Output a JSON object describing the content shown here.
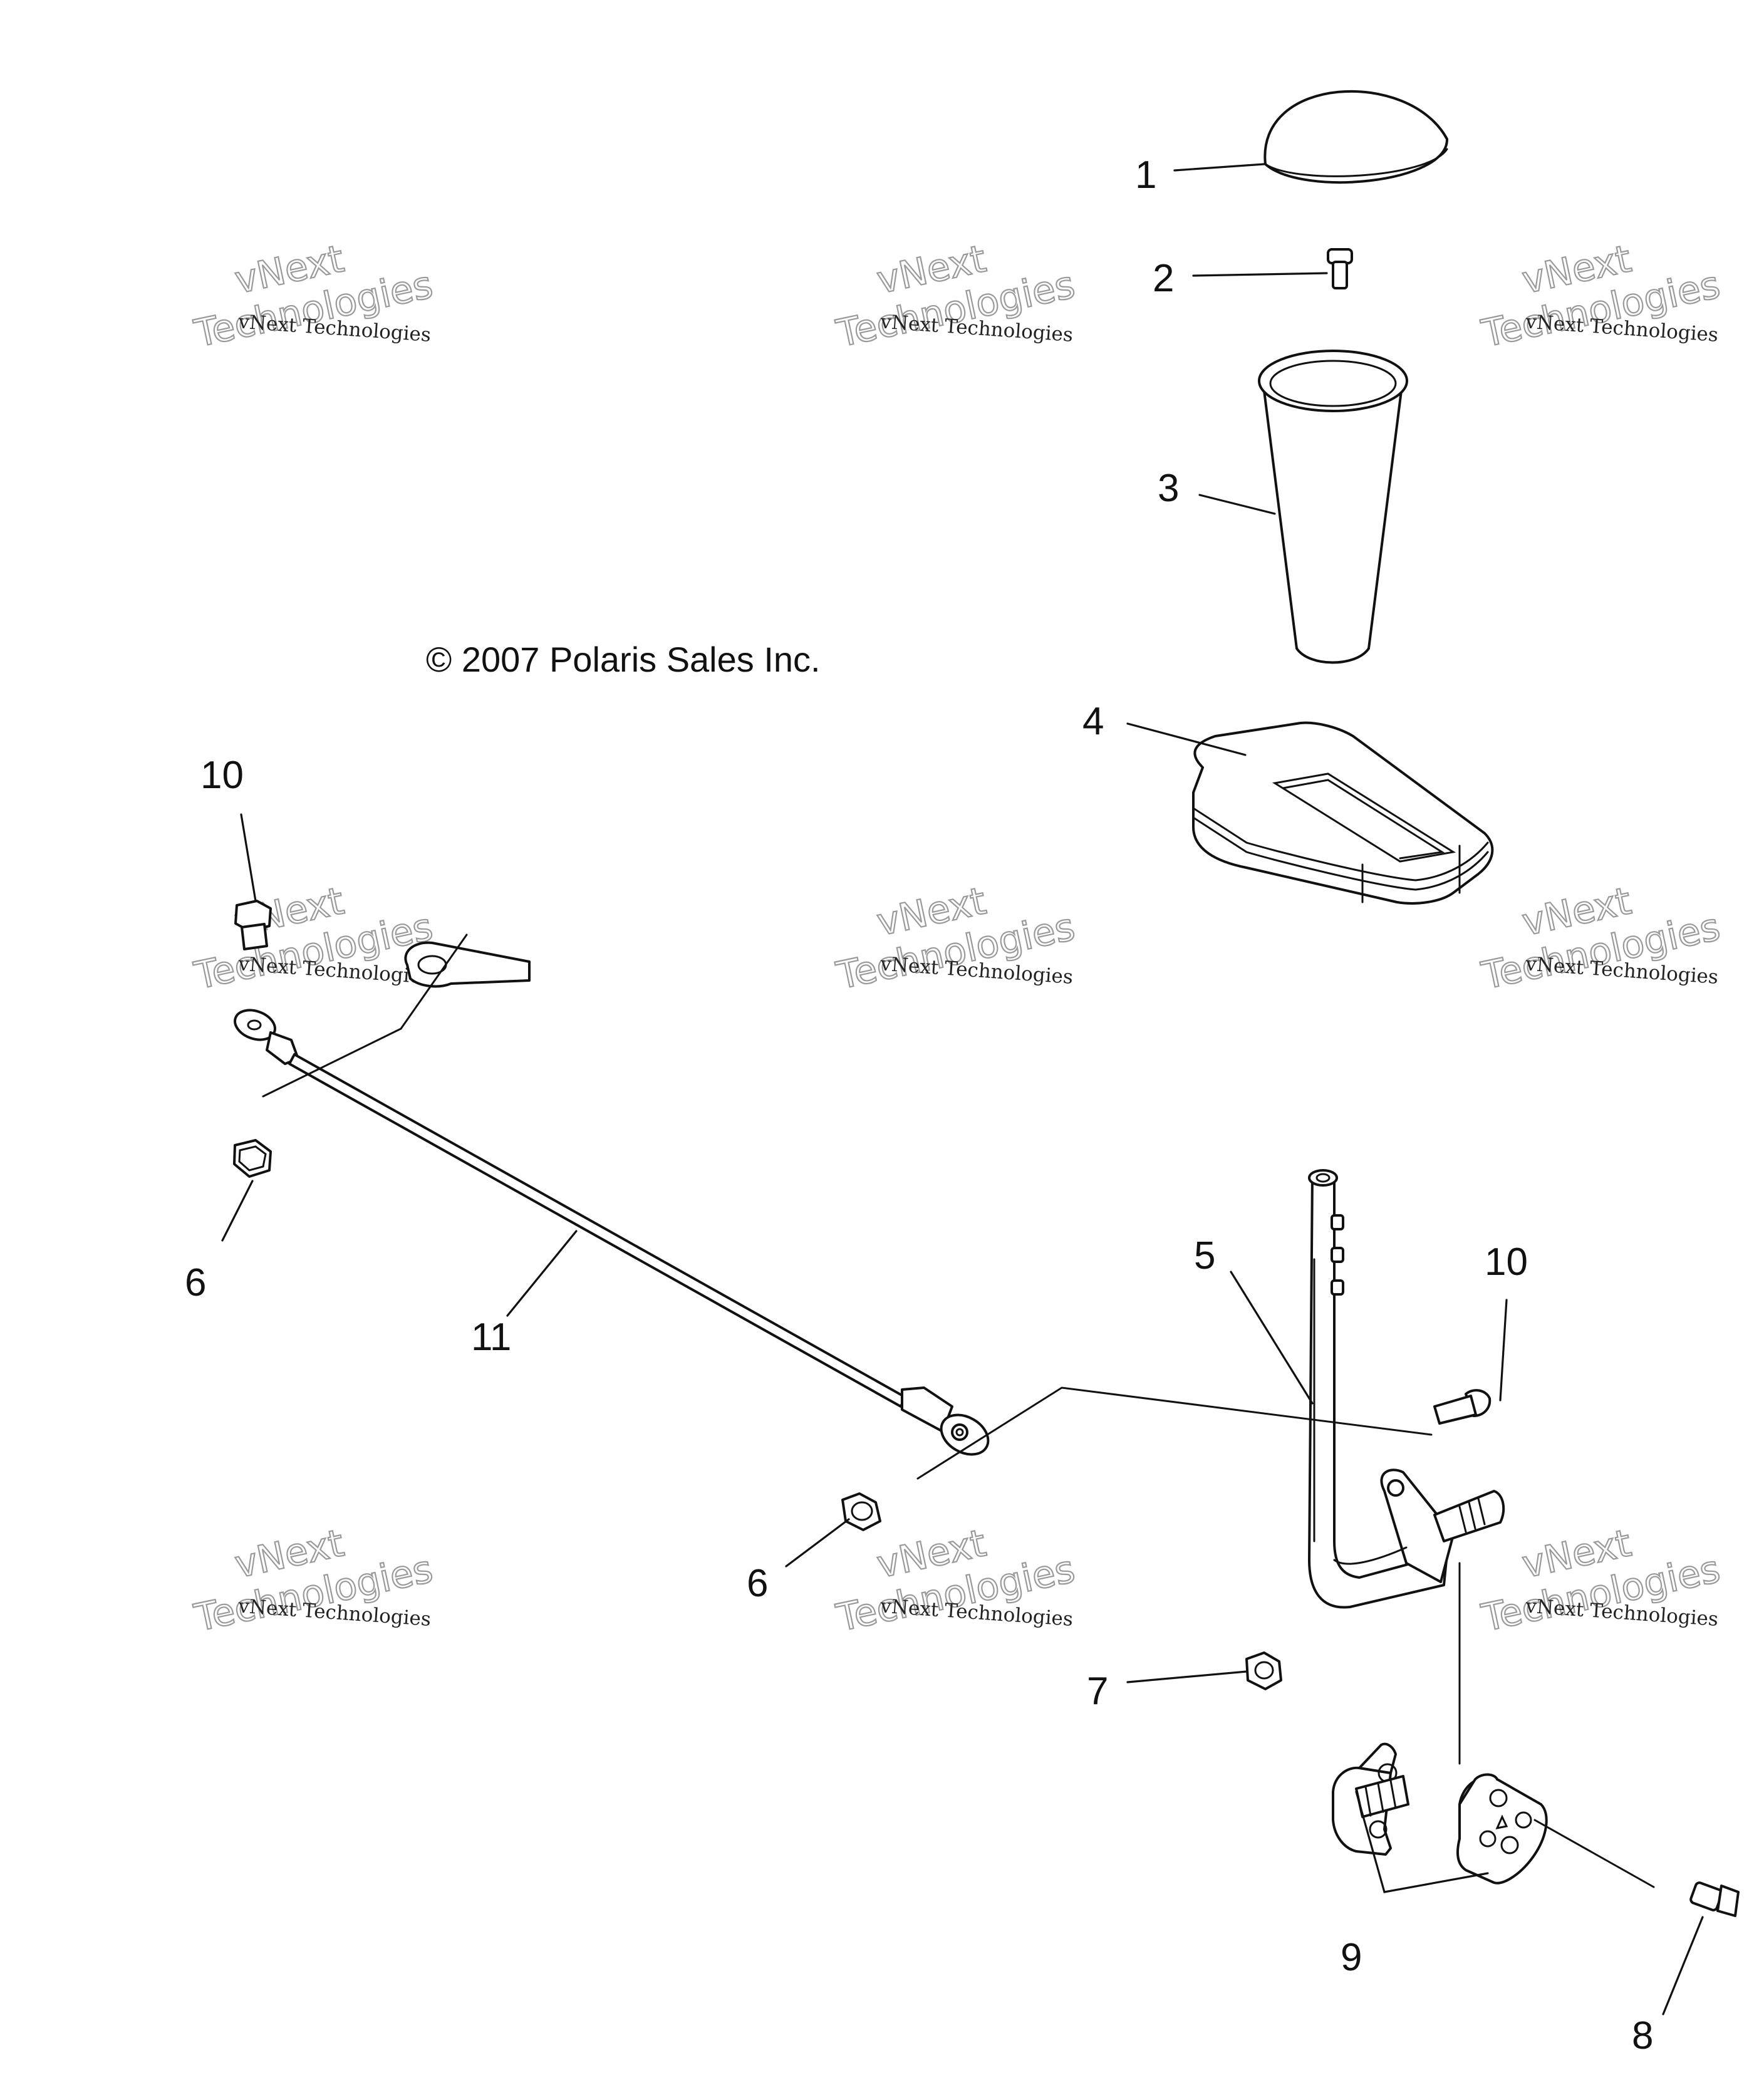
{
  "copyright": "© 2007 Polaris Sales Inc.",
  "watermark": {
    "line_top": "vNext",
    "line_bottom": "Technologies",
    "line_small": "vNext Technologies"
  },
  "callouts": {
    "c1": "1",
    "c2": "2",
    "c3": "3",
    "c4": "4",
    "c5": "5",
    "c6a": "6",
    "c6b": "6",
    "c7": "7",
    "c8": "8",
    "c9": "9",
    "c10a": "10",
    "c10b": "10",
    "c11": "11"
  },
  "colors": {
    "line": "#111111",
    "background": "#ffffff",
    "watermark_outline": "#9a9a9a"
  }
}
